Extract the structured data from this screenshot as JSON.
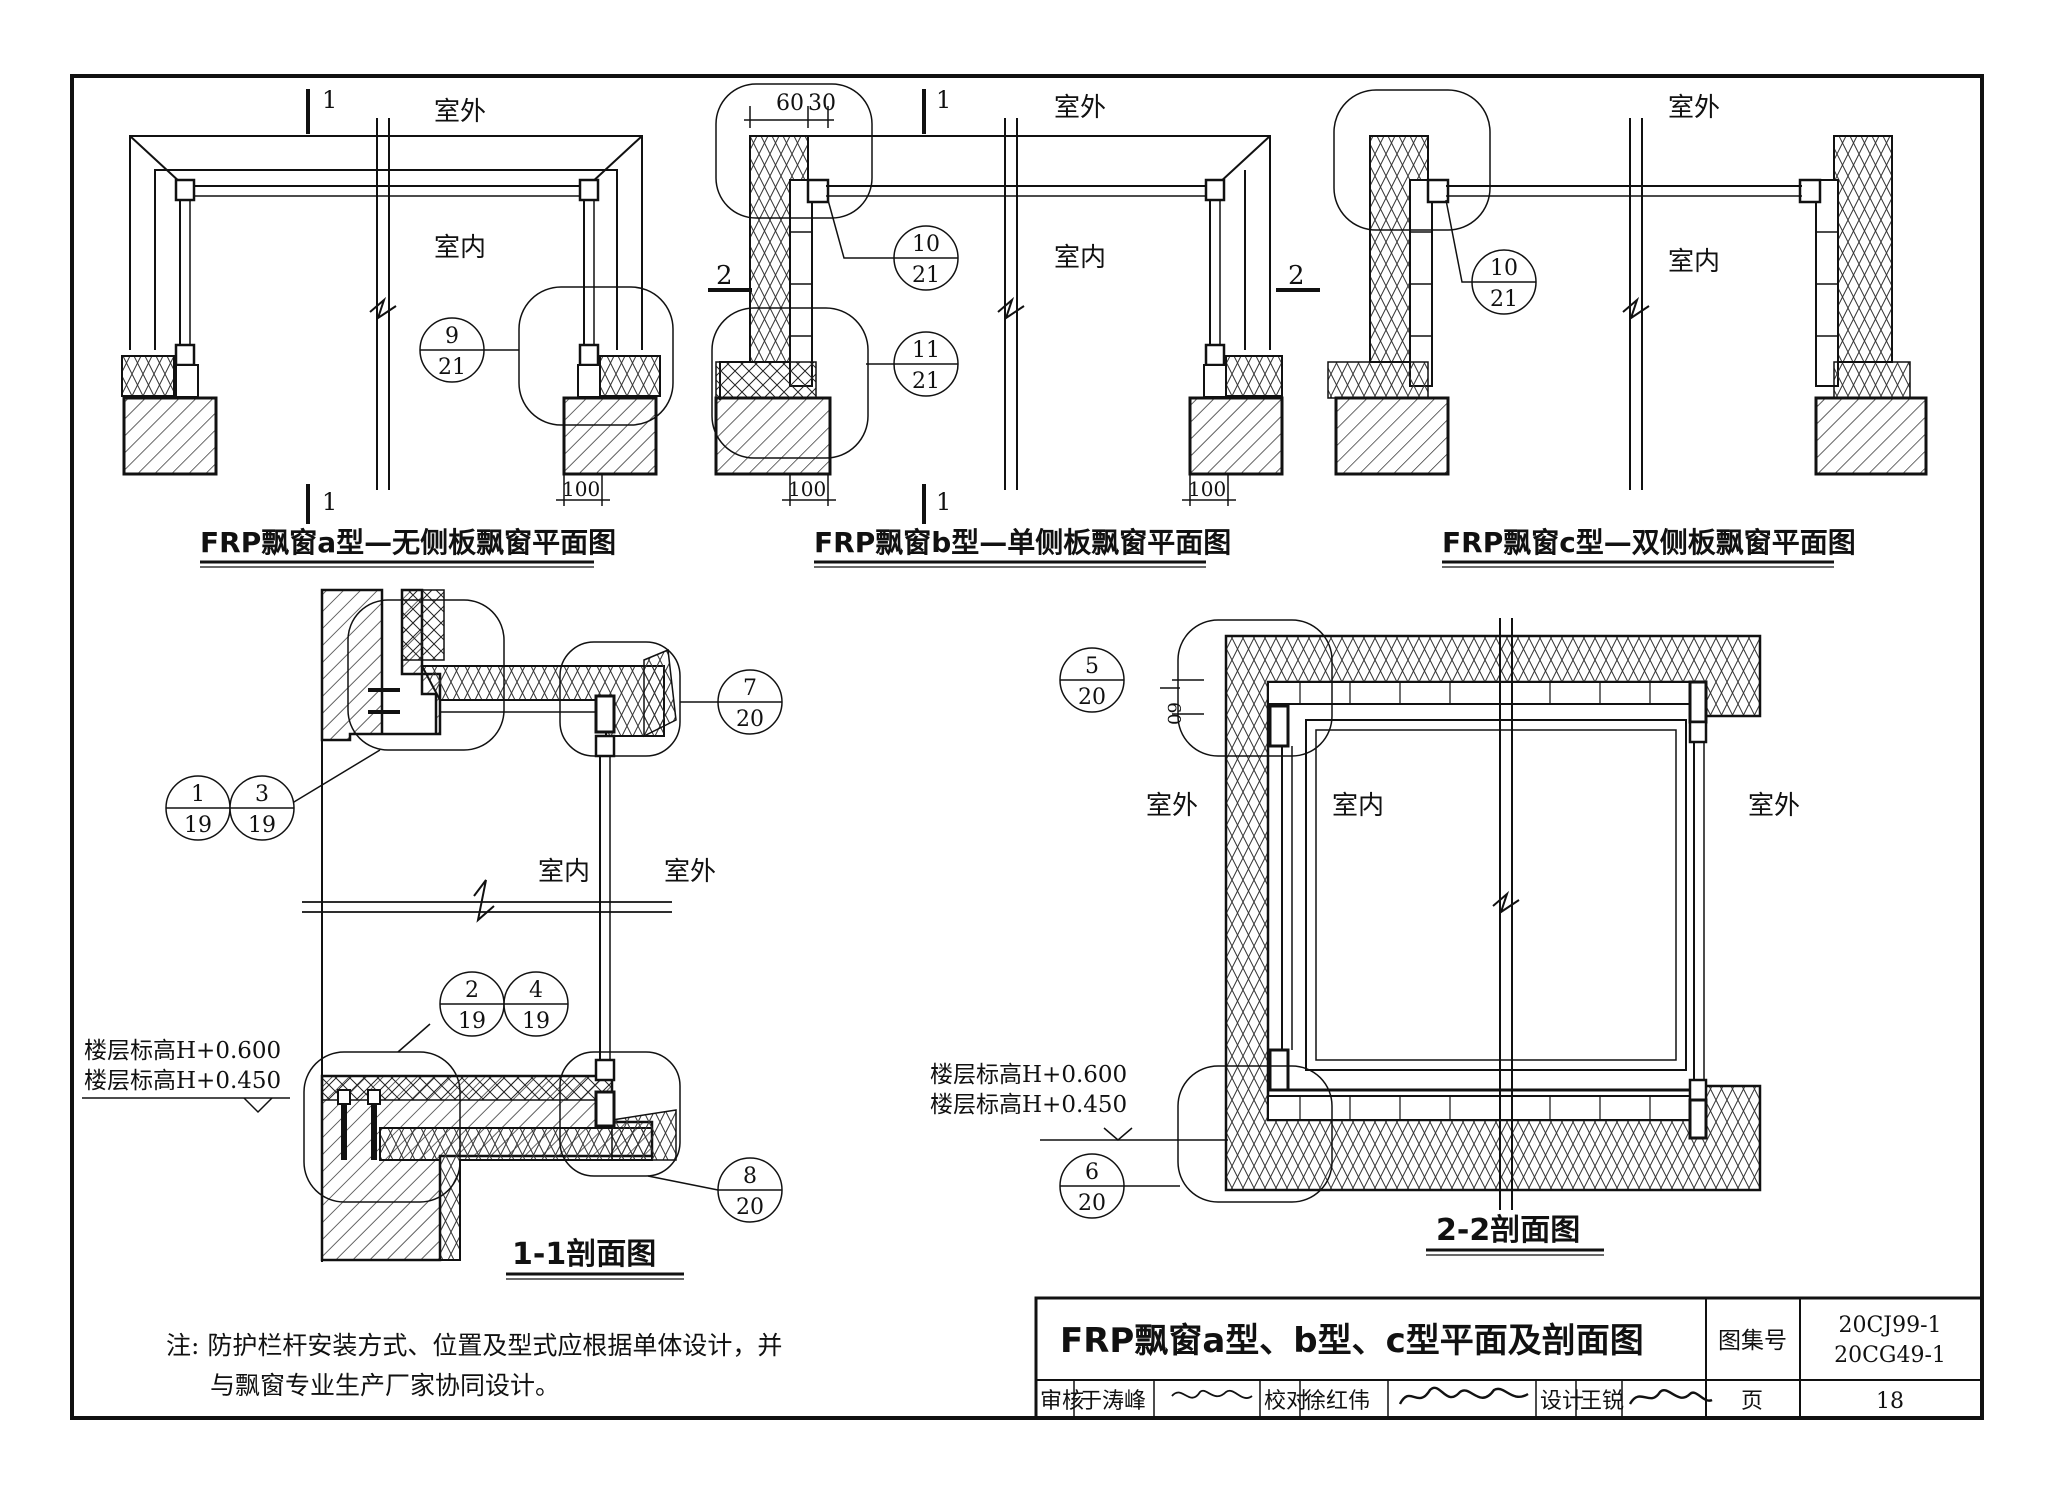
{
  "labels": {
    "outdoor": "室外",
    "indoor": "室内",
    "cut1": "1",
    "cut2": "2",
    "dim100": "100",
    "dim60": "60",
    "dim30": "30",
    "level1": "楼层标高H+0.600",
    "level2": "楼层标高H+0.450"
  },
  "captions": {
    "plan_a": "FRP飘窗a型—无侧板飘窗平面图",
    "plan_b": "FRP飘窗b型—单侧板飘窗平面图",
    "plan_c": "FRP飘窗c型—双侧板飘窗平面图",
    "section_1": "1-1剖面图",
    "section_2": "2-2剖面图"
  },
  "detail_refs": [
    {
      "num": "9",
      "sheet": "21"
    },
    {
      "num": "10",
      "sheet": "21"
    },
    {
      "num": "11",
      "sheet": "21"
    },
    {
      "num": "10",
      "sheet": "21"
    },
    {
      "num": "7",
      "sheet": "20"
    },
    {
      "num": "1",
      "sheet": "19"
    },
    {
      "num": "3",
      "sheet": "19"
    },
    {
      "num": "2",
      "sheet": "19"
    },
    {
      "num": "4",
      "sheet": "19"
    },
    {
      "num": "8",
      "sheet": "20"
    },
    {
      "num": "5",
      "sheet": "20"
    },
    {
      "num": "6",
      "sheet": "20"
    }
  ],
  "note": {
    "line1": "注: 防护栏杆安装方式、位置及型式应根据单体设计，并",
    "line2": "与飘窗专业生产厂家协同设计。"
  },
  "title_block": {
    "title": "FRP飘窗a型、b型、c型平面及剖面图",
    "atlas_label": "图集号",
    "atlas_no_1": "20CJ99-1",
    "atlas_no_2": "20CG49-1",
    "review_label": "审核",
    "reviewer": "于涛峰",
    "check_label": "校对",
    "checker": "徐红伟",
    "design_label": "设计",
    "designer": "王锐",
    "page_label": "页",
    "page_no": "18"
  }
}
